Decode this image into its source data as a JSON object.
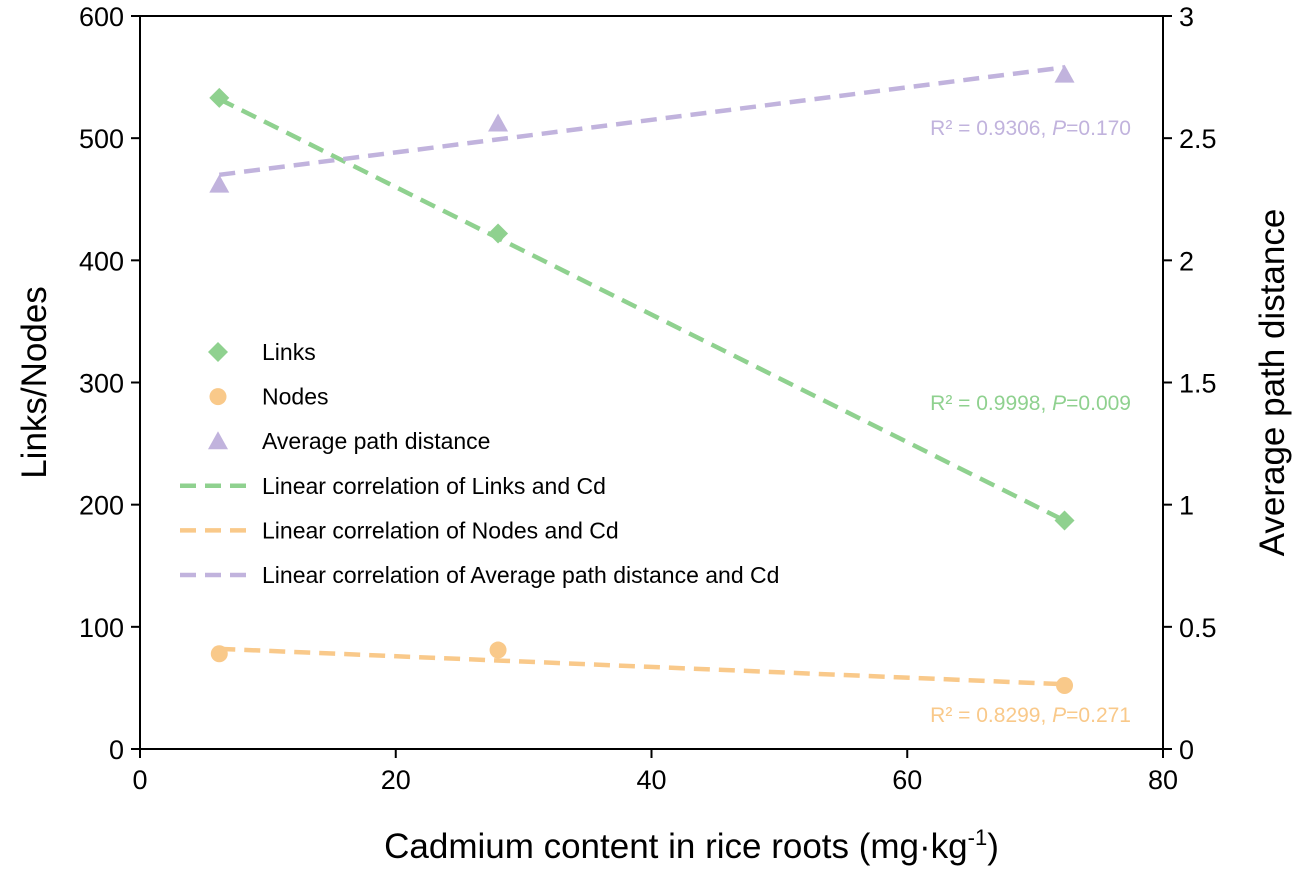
{
  "chart_data": {
    "type": "scatter",
    "xlabel": "Cadmium content in rice roots (mg·kg",
    "xlabel_sup": "-1",
    "xlabel_close": ")",
    "ylabel_left": "Links/Nodes",
    "ylabel_right": "Average path distance",
    "xlim": [
      0,
      80
    ],
    "ylim_left": [
      0,
      600
    ],
    "ylim_right": [
      0,
      3
    ],
    "x_ticks": [
      "0",
      "20",
      "40",
      "60",
      "80"
    ],
    "y_left_ticks": [
      "0",
      "100",
      "200",
      "300",
      "400",
      "500",
      "600"
    ],
    "y_right_ticks": [
      "0",
      "0.5",
      "1",
      "1.5",
      "2",
      "2.5",
      "3"
    ],
    "x_tick_values": [
      0,
      20,
      40,
      60,
      80
    ],
    "y_left_tick_values": [
      0,
      100,
      200,
      300,
      400,
      500,
      600
    ],
    "y_right_tick_values": [
      0,
      0.5,
      1,
      1.5,
      2,
      2.5,
      3
    ],
    "series": [
      {
        "name": "Links",
        "axis": "left",
        "marker": "diamond",
        "color": "#8fd18f",
        "x": [
          6.2,
          28,
          72.3
        ],
        "y": [
          533,
          422,
          187
        ]
      },
      {
        "name": "Nodes",
        "axis": "left",
        "marker": "circle",
        "color": "#f9c98a",
        "x": [
          6.2,
          28,
          72.3
        ],
        "y": [
          78,
          81,
          52
        ]
      },
      {
        "name": "Average path distance",
        "axis": "right",
        "marker": "triangle",
        "color": "#c1b3dd",
        "x": [
          6.2,
          28,
          72.3
        ],
        "y": [
          2.31,
          2.56,
          2.76
        ]
      }
    ],
    "fits": [
      {
        "name": "Linear correlation of Links and Cd",
        "axis": "left",
        "color": "#8fd18f",
        "x": [
          6.2,
          72.3
        ],
        "y": [
          532,
          187
        ],
        "r2_text": "R² = 0.9998, ",
        "p_label": "P",
        "p_text": "=0.009"
      },
      {
        "name": "Linear correlation of Nodes and Cd",
        "axis": "left",
        "color": "#f9c98a",
        "x": [
          6.2,
          72.3
        ],
        "y": [
          82,
          53
        ],
        "r2_text": "R² = 0.8299, ",
        "p_label": "P",
        "p_text": "=0.271"
      },
      {
        "name": "Linear correlation of Average path distance and Cd",
        "axis": "right",
        "color": "#c1b3dd",
        "x": [
          6.2,
          72.3
        ],
        "y": [
          2.35,
          2.79
        ],
        "r2_text": "R² = 0.9306, ",
        "p_label": "P",
        "p_text": "=0.170"
      }
    ],
    "legend_position": "center-left",
    "grid": false
  }
}
